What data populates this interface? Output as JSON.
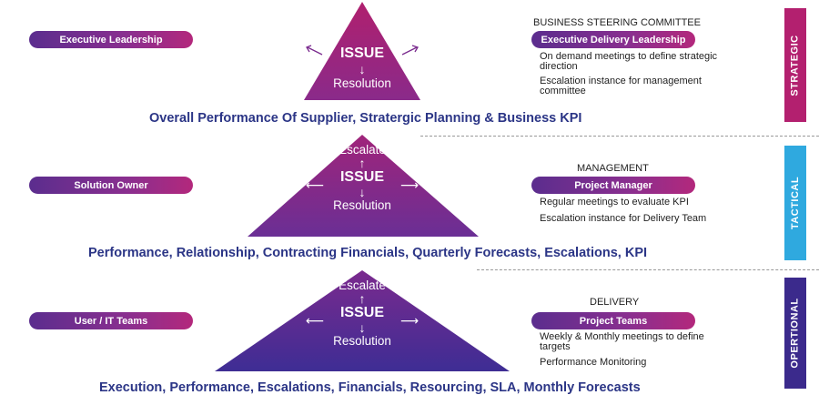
{
  "tiers": [
    {
      "left_label": "Executive Leadership",
      "issue": "ISSUE",
      "resolution": "Resolution",
      "band_text": "Overall Performance Of Supplier, Stratergic Planning & Business KPI",
      "right_heading": "BUSINESS STEERING COMMITTEE",
      "right_pill": "Executive Delivery Leadership",
      "right_items": [
        "On demand meetings to define strategic direction",
        "Escalation instance for management committee"
      ],
      "side_label": "STRATEGIC",
      "side_color": "#b3206f"
    },
    {
      "left_label": "Solution Owner",
      "escalate": "Escalate",
      "issue": "ISSUE",
      "resolution": "Resolution",
      "band_text": "Performance, Relationship, Contracting Financials, Quarterly Forecasts, Escalations, KPI",
      "right_heading": "MANAGEMENT",
      "right_pill": "Project Manager",
      "right_items": [
        "Regular meetings to evaluate KPI",
        "Escalation instance for Delivery Team"
      ],
      "side_label": "TACTICAL",
      "side_color": "#2fa9df"
    },
    {
      "left_label": "User / IT Teams",
      "escalate": "Escalate",
      "issue": "ISSUE",
      "resolution": "Resolution",
      "band_text": "Execution, Performance, Escalations, Financials, Resourcing, SLA, Monthly Forecasts",
      "right_heading": "DELIVERY",
      "right_pill": "Project Teams",
      "right_items": [
        "Weekly & Monthly meetings to define targets",
        "Performance Monitoring"
      ],
      "side_label": "OPERTIONAL",
      "side_color": "#3b2a8c"
    }
  ]
}
